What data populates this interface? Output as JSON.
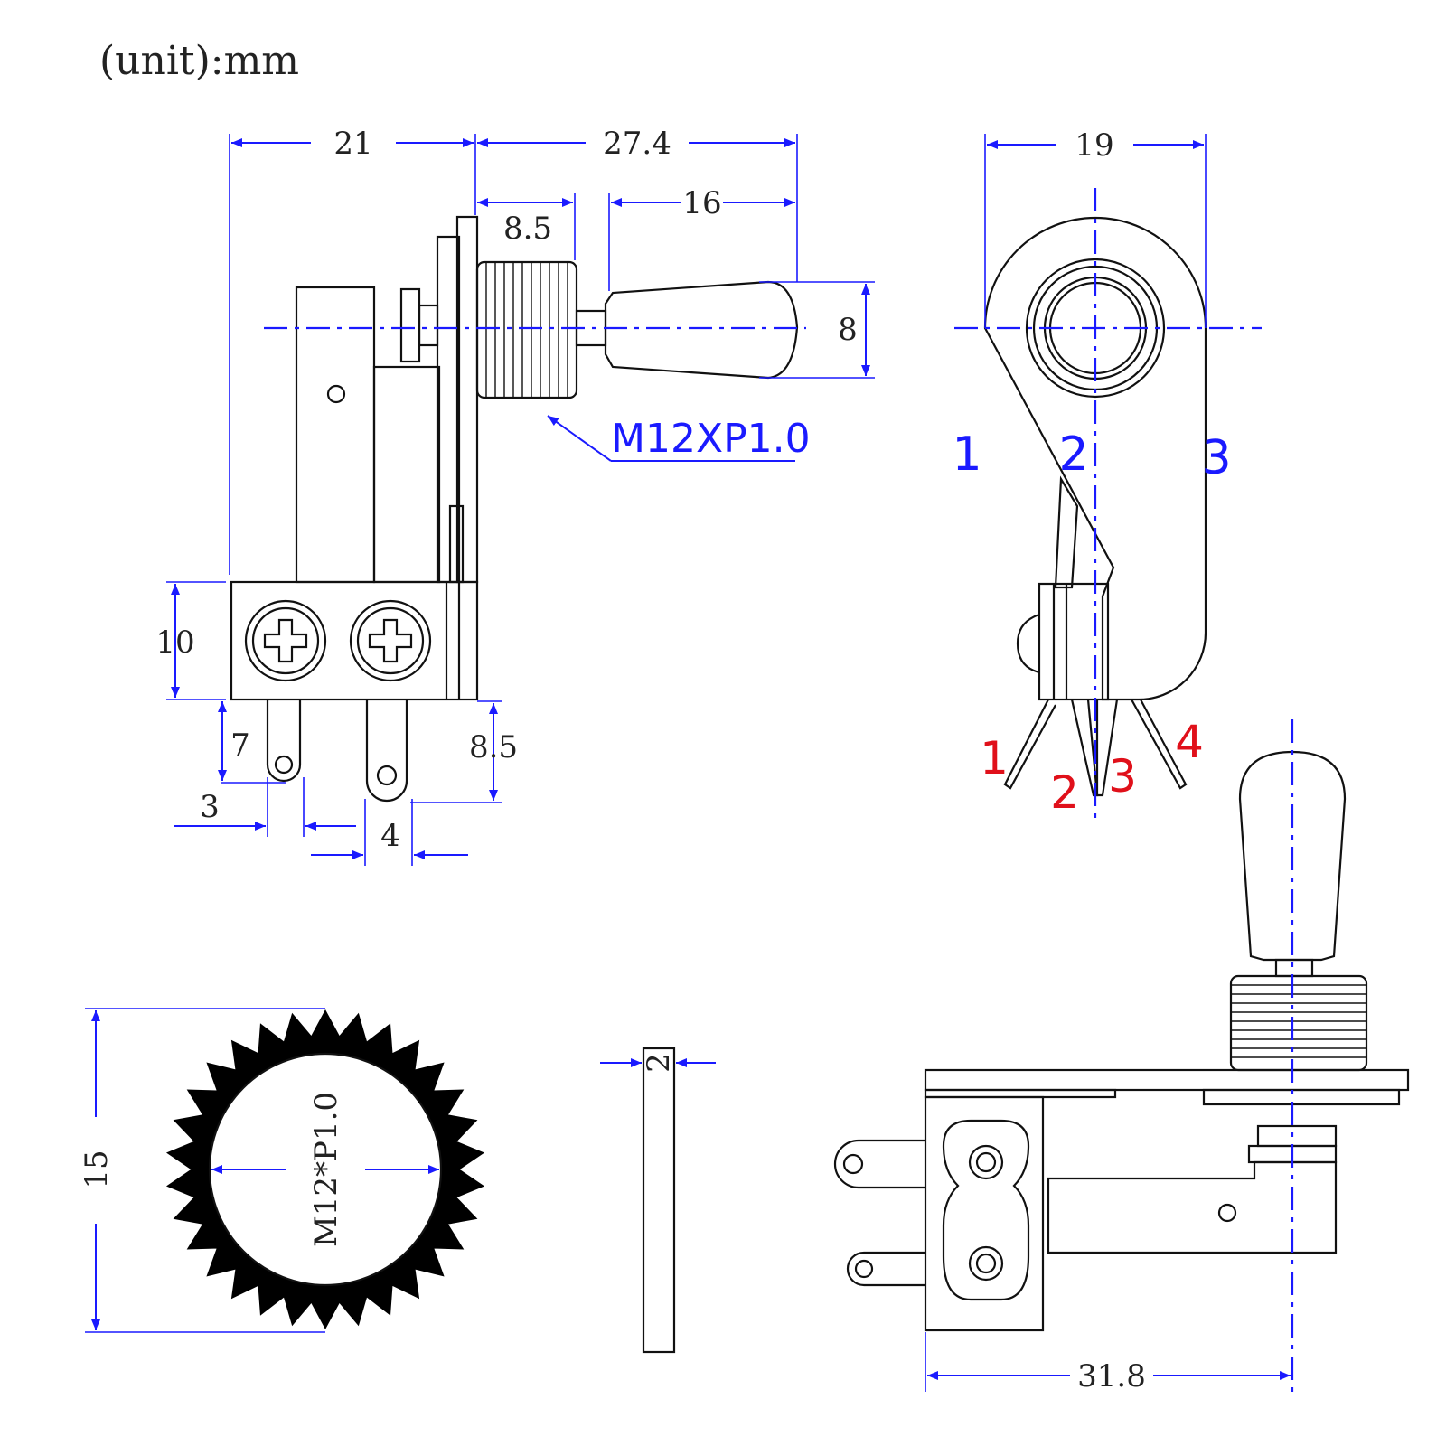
{
  "unit_label": "(unit):mm",
  "side_view": {
    "dims": {
      "overall_left": "21",
      "overall_right": "27.4",
      "bushing": "8.5",
      "lever": "16",
      "tip_dia": "8",
      "body_h": "10",
      "lug1_len": "7",
      "lug2_len": "8.5",
      "lug_w1": "3",
      "lug_w2": "4"
    },
    "thread_label": "M12XP1.0"
  },
  "end_view": {
    "dim_width": "19",
    "positions": [
      "1",
      "2",
      "3"
    ],
    "terminals": [
      "1",
      "2",
      "3",
      "4"
    ]
  },
  "nut_view": {
    "dim_dia": "15",
    "thread_label": "M12*P1.0"
  },
  "washer_view": {
    "dim_thk": "2"
  },
  "bottom_view": {
    "dim_overall": "31.8"
  },
  "colors": {
    "dimension": "#1a1aff",
    "terminal_numbers": "#e0101a",
    "outline": "#111111"
  }
}
